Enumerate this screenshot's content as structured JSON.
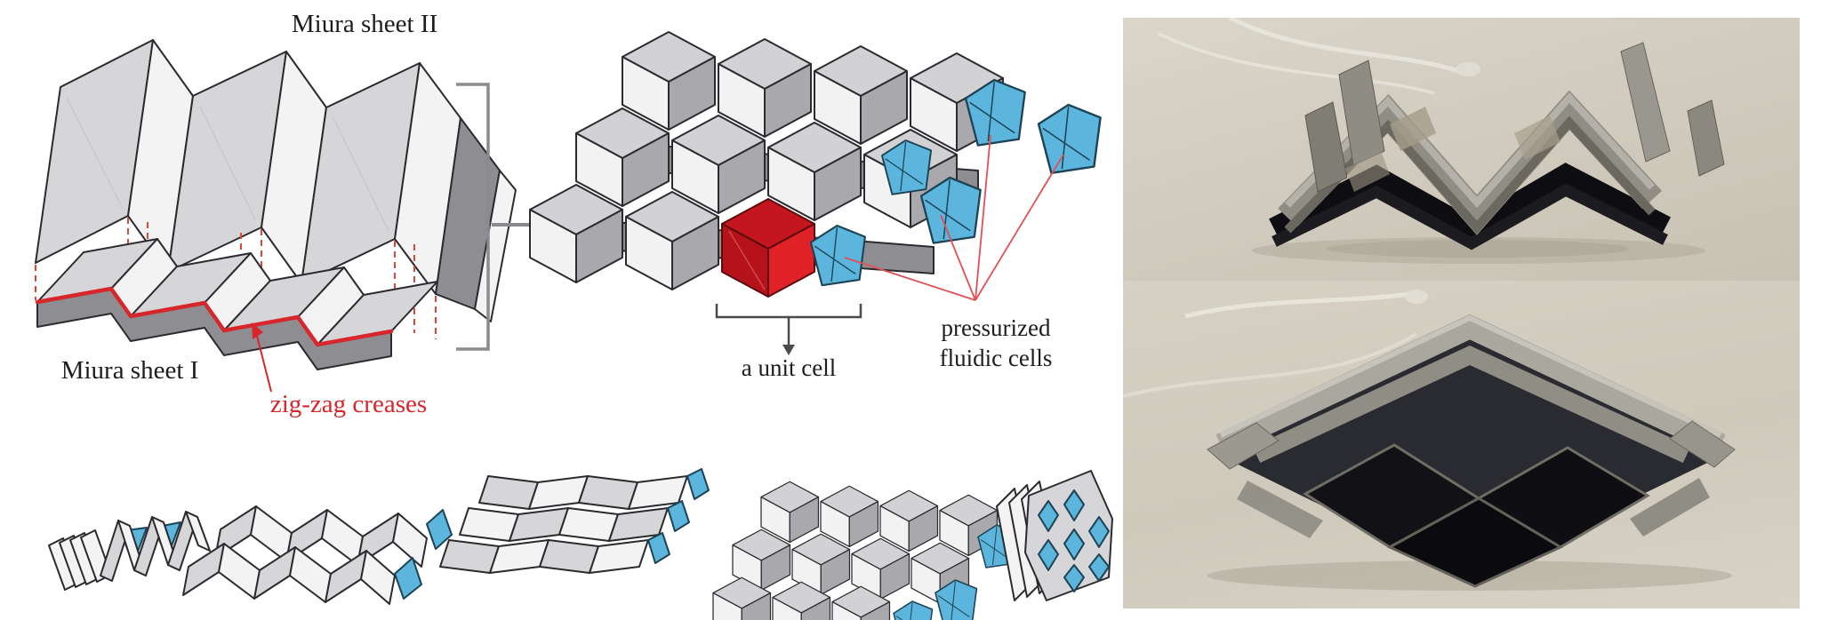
{
  "figure": {
    "diagram": {
      "sheet2_label": "Miura sheet II",
      "sheet1_label": "Miura sheet I",
      "crease_label": "zig-zag creases",
      "unit_cell_label": "a unit cell",
      "fluidic_label_line1": "pressurized",
      "fluidic_label_line2": "fluidic cells"
    },
    "icons": {
      "right_arrow": "assembly-direction-arrow",
      "down_arrow": "unit-cell-pointer-arrow",
      "bracket": "sheet-pair-bracket",
      "crease_arrow": "zigzag-crease-pointer-arrow"
    },
    "colors": {
      "crease_red": "#d7262c",
      "unit_cell_red_dark": "#b5121b",
      "unit_cell_red_bright": "#e02128",
      "fluidic_cell_blue": "#5cb5dd",
      "panel_light_grey": "#d6d6d8",
      "panel_white": "#f3f3f4",
      "panel_dark_grey": "#8e8e92",
      "outline": "#2b2b2f",
      "photo_table_beige": "#cfc9bc",
      "photo_structure_metal": "#8f8d84",
      "photo_structure_black": "#121216"
    }
  }
}
